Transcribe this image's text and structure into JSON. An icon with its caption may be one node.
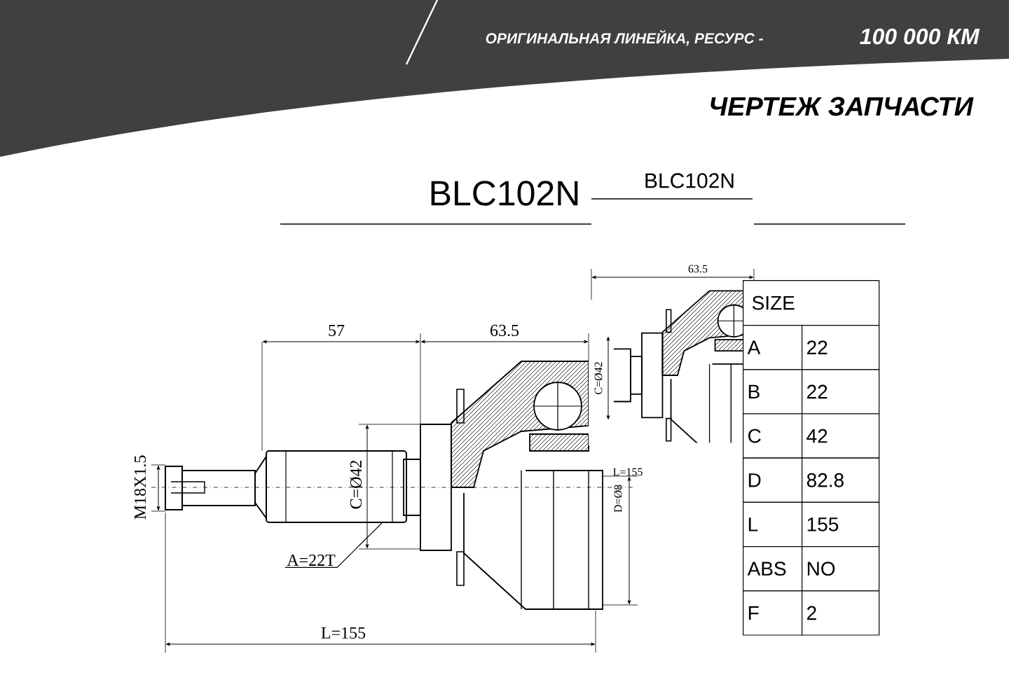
{
  "diagram": {
    "title": "ЧЕРТЕЖ ЗАПЧАСТИ",
    "nodes": [
      {
        "text": [
          "A=22T"
        ]
      },
      {
        "text": [],
        "shape": "box"
      }
    ],
    "edges": [
      {
        "from": 0,
        "to": 1,
        "arrow": "none"
      }
    ],
    "labels": [
      "ОРИГИНАЛЬНАЯ ЛИНЕЙКА, РЕСУРС -",
      "100 000  КМ",
      "BLC102N",
      "BLC102N",
      "63.5",
      "57",
      "63.5",
      "C=Ø42",
      "M18X1.5",
      "C=Ø42",
      "L=155",
      "D=Ø8",
      "L=155",
      "SIZE",
      "A",
      "22",
      "B",
      "22",
      "C",
      "42",
      "D",
      "82.8",
      "L",
      "155",
      "ABS",
      "NO",
      "F",
      "2"
    ]
  }
}
